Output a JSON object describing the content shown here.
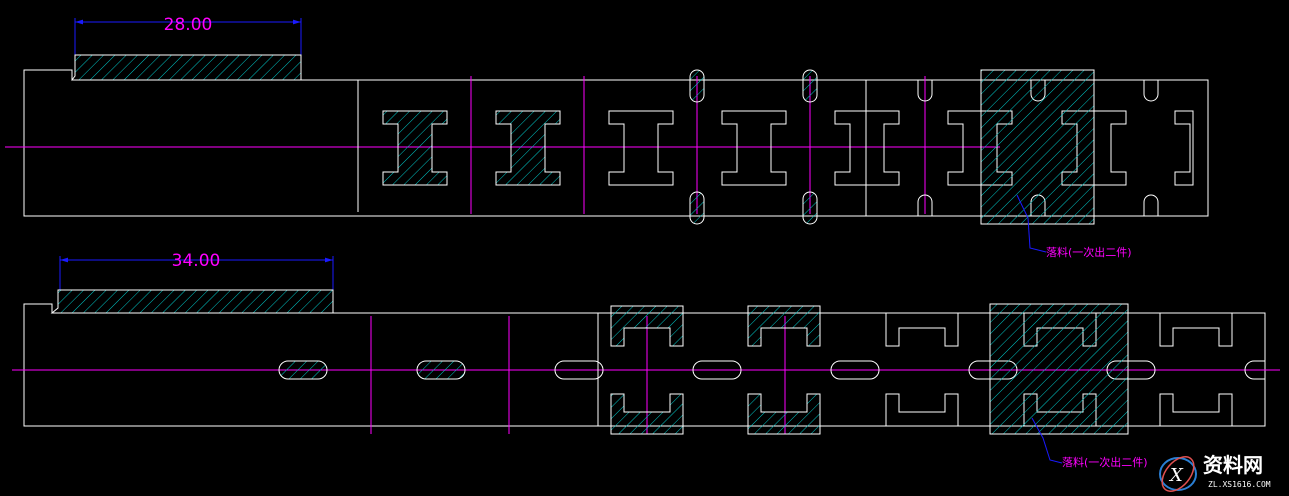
{
  "strip1": {
    "dimension": "28.00",
    "note": "落料(一次出二件)"
  },
  "strip2": {
    "dimension": "34.00",
    "note": "落料(一次出二件)"
  },
  "watermark": {
    "text": "资料网",
    "url": "ZL.XS1616.COM"
  },
  "colors": {
    "outline": "#ffffff",
    "centerline": "#ff00ff",
    "dimension": "#1a1aff",
    "hatch": "#00c8c8",
    "background": "#000000"
  }
}
